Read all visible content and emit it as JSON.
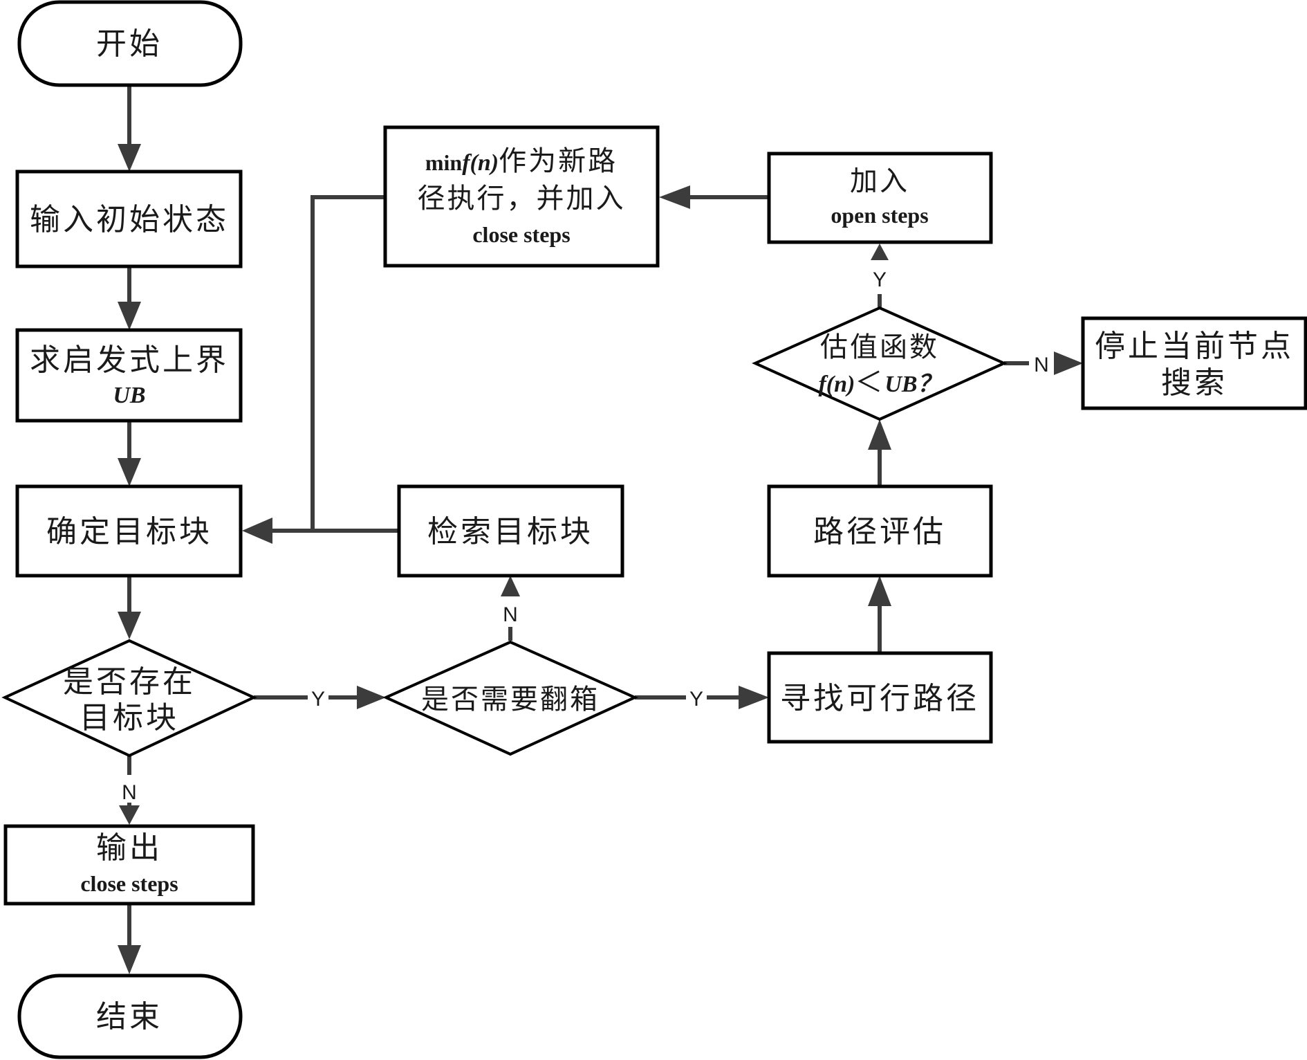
{
  "diagram": {
    "type": "flowchart",
    "nodes": {
      "start": {
        "shape": "terminator",
        "text": "开始"
      },
      "input_state": {
        "shape": "process",
        "text": "输入初始状态"
      },
      "upper_bound": {
        "shape": "process",
        "line1": "求启发式上界",
        "line2": "UB"
      },
      "determine_target": {
        "shape": "process",
        "text": "确定目标块"
      },
      "target_exists": {
        "shape": "decision",
        "line1": "是否存在",
        "line2": "目标块"
      },
      "output": {
        "shape": "process",
        "line1": "输出",
        "line2": "close steps"
      },
      "end": {
        "shape": "terminator",
        "text": "结束"
      },
      "retrieve_target": {
        "shape": "process",
        "text": "检索目标块"
      },
      "need_flip": {
        "shape": "decision",
        "text": "是否需要翻箱"
      },
      "find_path": {
        "shape": "process",
        "text": "寻找可行路径"
      },
      "path_eval": {
        "shape": "process",
        "text": "路径评估"
      },
      "estimate_check": {
        "shape": "decision",
        "line1": "估值函数",
        "line2_fn": "f(n)",
        "line2_op": "＜",
        "line2_ub": "UB？"
      },
      "add_open": {
        "shape": "process",
        "line1": "加入",
        "line2": "open steps"
      },
      "min_new_path": {
        "shape": "process",
        "line1_prefix": "min",
        "line1_fn": "f(n)",
        "line1_suffix": "作为新路",
        "line2": "径执行，并加入",
        "line3": "close steps"
      },
      "stop_search": {
        "shape": "process",
        "line1": "停止当前节点",
        "line2": "搜索"
      }
    },
    "edges": [
      {
        "from": "start",
        "to": "input_state",
        "label": ""
      },
      {
        "from": "input_state",
        "to": "upper_bound",
        "label": ""
      },
      {
        "from": "upper_bound",
        "to": "determine_target",
        "label": ""
      },
      {
        "from": "determine_target",
        "to": "target_exists",
        "label": ""
      },
      {
        "from": "target_exists",
        "to": "need_flip",
        "label": "Y"
      },
      {
        "from": "target_exists",
        "to": "output",
        "label": "N"
      },
      {
        "from": "output",
        "to": "end",
        "label": ""
      },
      {
        "from": "need_flip",
        "to": "find_path",
        "label": "Y"
      },
      {
        "from": "need_flip",
        "to": "retrieve_target",
        "label": "N"
      },
      {
        "from": "retrieve_target",
        "to": "determine_target",
        "label": ""
      },
      {
        "from": "find_path",
        "to": "path_eval",
        "label": ""
      },
      {
        "from": "path_eval",
        "to": "estimate_check",
        "label": ""
      },
      {
        "from": "estimate_check",
        "to": "add_open",
        "label": "Y"
      },
      {
        "from": "estimate_check",
        "to": "stop_search",
        "label": "N"
      },
      {
        "from": "add_open",
        "to": "min_new_path",
        "label": ""
      },
      {
        "from": "min_new_path",
        "to": "determine_target",
        "label": ""
      }
    ],
    "labels": {
      "yes": "Y",
      "no": "N"
    }
  }
}
